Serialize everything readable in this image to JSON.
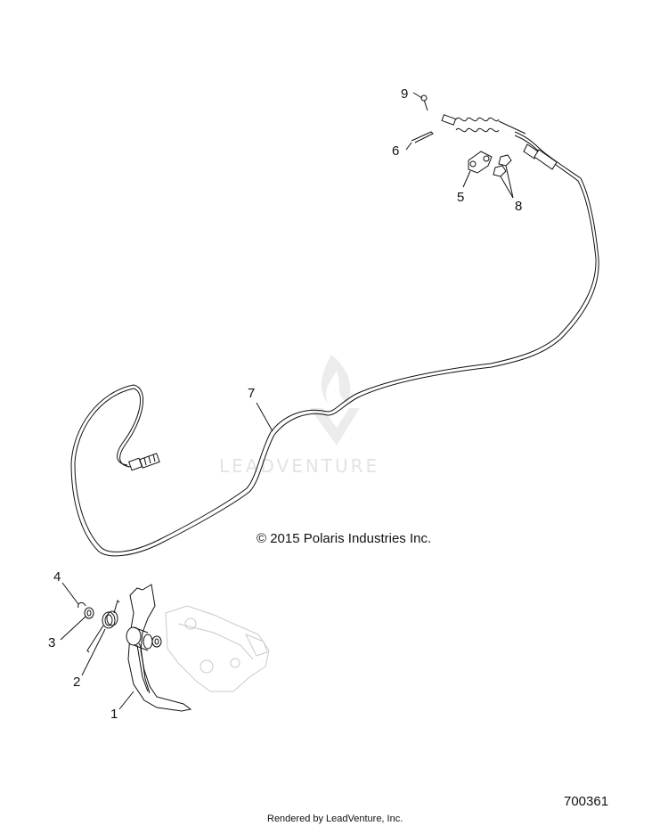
{
  "callouts": {
    "c1": "1",
    "c2": "2",
    "c3": "3",
    "c4": "4",
    "c5": "5",
    "c6": "6",
    "c7": "7",
    "c8": "8",
    "c9": "9"
  },
  "copyright": "© 2015 Polaris Industries Inc.",
  "figure_number": "700361",
  "footer": "Rendered by LeadVenture, Inc.",
  "watermark": "LEADVENTURE"
}
